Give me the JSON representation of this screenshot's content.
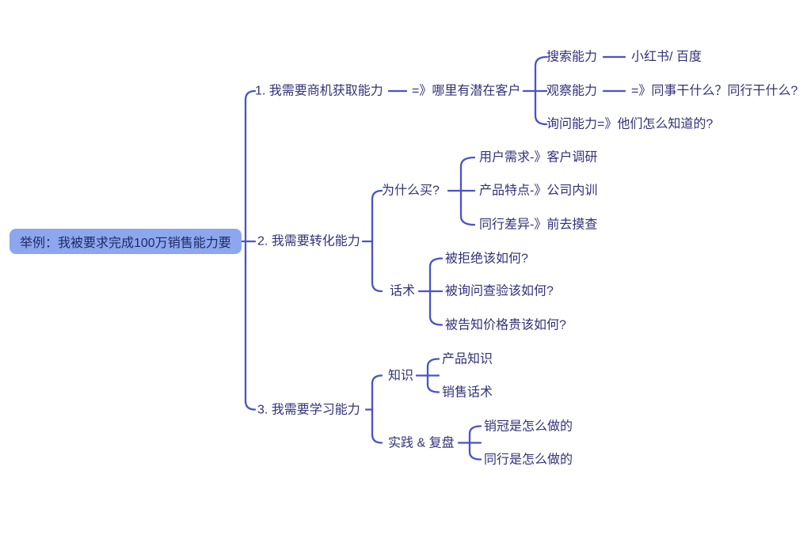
{
  "colors": {
    "background": "#ffffff",
    "line": "#4a52c8",
    "text": "#32327a",
    "root_bg": "#8ca7ef",
    "root_text": "#1e2a63"
  },
  "mindmap": {
    "root": {
      "label": "举例：我被要求完成100万销售能力要"
    },
    "branches": [
      {
        "label": "1. 我需要商机获取能力",
        "children": [
          {
            "label": "=》哪里有潜在客户",
            "children": [
              {
                "label": "搜索能力",
                "children": [
                  {
                    "label": "小红书/ 百度"
                  }
                ]
              },
              {
                "label": "观察能力",
                "children": [
                  {
                    "label": "=》同事干什么？同行干什么?"
                  }
                ]
              },
              {
                "label": "询问能力=》他们怎么知道的?",
                "children": []
              }
            ]
          }
        ]
      },
      {
        "label": "2. 我需要转化能力",
        "children": [
          {
            "label": "为什么买?",
            "children": [
              {
                "label": "用户需求-》客户调研"
              },
              {
                "label": "产品特点-》公司内训"
              },
              {
                "label": "同行差异-》前去摸查"
              }
            ]
          },
          {
            "label": "话术",
            "children": [
              {
                "label": "被拒绝该如何?"
              },
              {
                "label": "被询问查验该如何?"
              },
              {
                "label": "被告知价格贵该如何?"
              }
            ]
          }
        ]
      },
      {
        "label": "3. 我需要学习能力",
        "children": [
          {
            "label": "知识",
            "children": [
              {
                "label": "产品知识"
              },
              {
                "label": "销售话术"
              }
            ]
          },
          {
            "label": "实践 & 复盘",
            "children": [
              {
                "label": "销冠是怎么做的"
              },
              {
                "label": "同行是怎么做的"
              }
            ]
          }
        ]
      }
    ]
  }
}
